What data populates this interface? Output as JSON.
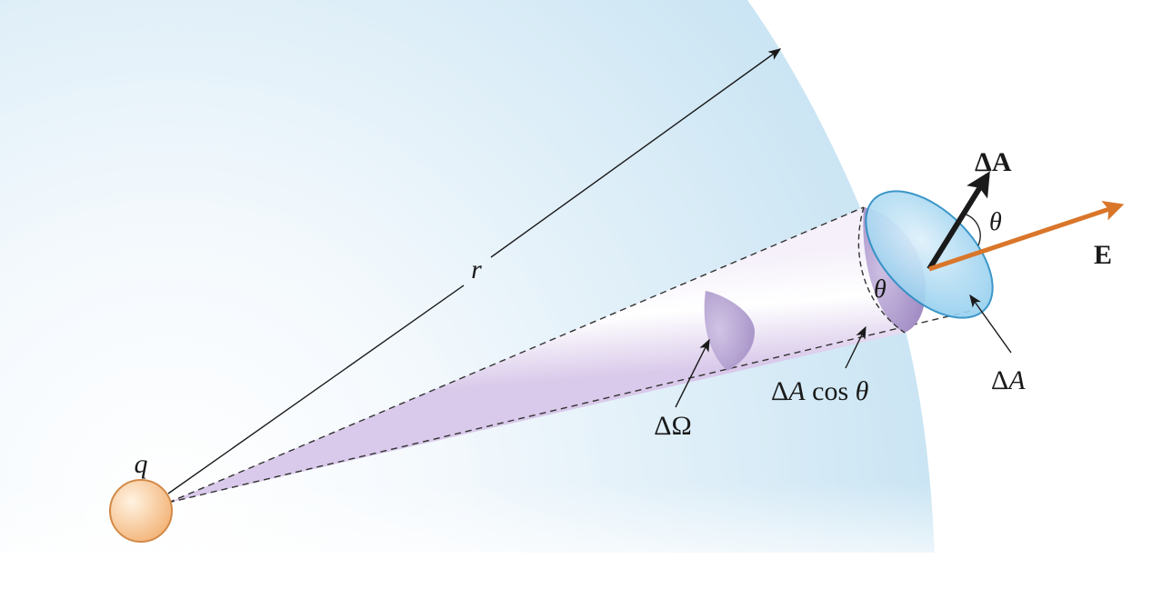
{
  "labels": {
    "charge": "q",
    "radius": "r",
    "solid_angle": "ΔΩ",
    "projected_area": {
      "delta": "Δ",
      "a": "A",
      "cos": " cos ",
      "theta": "θ"
    },
    "area": {
      "delta": "Δ",
      "a": "A"
    },
    "area_vector": {
      "delta": "Δ",
      "a": "A"
    },
    "field_vector": "E",
    "angle_between_vectors": "θ",
    "angle_on_surface": "θ"
  },
  "colors": {
    "sphere_region": "#cde6f4",
    "cone_fill": "#e7dcf0",
    "cone_dark": "#a994c6",
    "surface_patch": "#a8d8f2",
    "surface_edge": "#2b8fc4",
    "field_arrow": "#d9762a",
    "area_arrow": "#1a1a1a",
    "charge_fill": "#f6c28c",
    "charge_edge": "#d38a48"
  }
}
